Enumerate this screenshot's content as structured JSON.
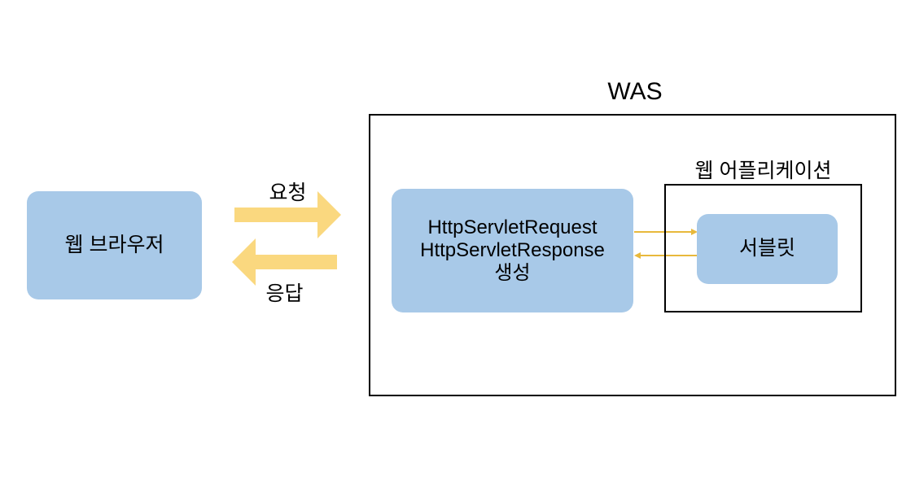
{
  "diagram": {
    "title": "WAS",
    "browser": {
      "label": "웹 브라우저"
    },
    "was": {
      "title": "WAS",
      "servlet_container": {
        "line1": "HttpServletRequest",
        "line2": "HttpServletResponse",
        "line3": "생성"
      },
      "web_application": {
        "title": "웹 어플리케이션",
        "servlet": {
          "label": "서블릿"
        }
      }
    },
    "flows": {
      "request": {
        "label": "요청",
        "direction": "right"
      },
      "response": {
        "label": "응답",
        "direction": "left"
      },
      "servlet_invoke": {
        "direction": "right"
      },
      "servlet_return": {
        "direction": "left"
      }
    },
    "colors": {
      "box_fill": "#a8c9e8",
      "thick_arrow": "#fad87f",
      "thin_arrow": "#e8b93c",
      "outline": "#000000",
      "background": "#ffffff"
    }
  }
}
